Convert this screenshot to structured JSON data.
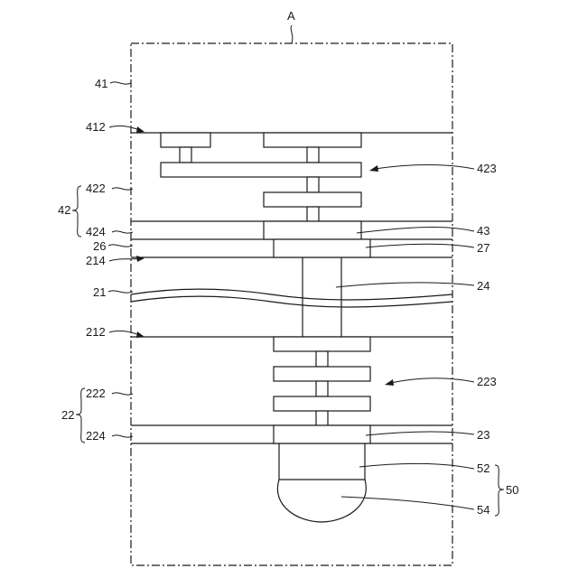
{
  "labels": {
    "a": "A",
    "l41": "41",
    "l412": "412",
    "l42": "42",
    "l422": "422",
    "l424": "424",
    "l423": "423",
    "l43": "43",
    "l26": "26",
    "l27": "27",
    "l214": "214",
    "l21": "21",
    "l24": "24",
    "l212": "212",
    "l223": "223",
    "l22": "22",
    "l222": "222",
    "l224": "224",
    "l23": "23",
    "l52": "52",
    "l50": "50",
    "l54": "54"
  }
}
